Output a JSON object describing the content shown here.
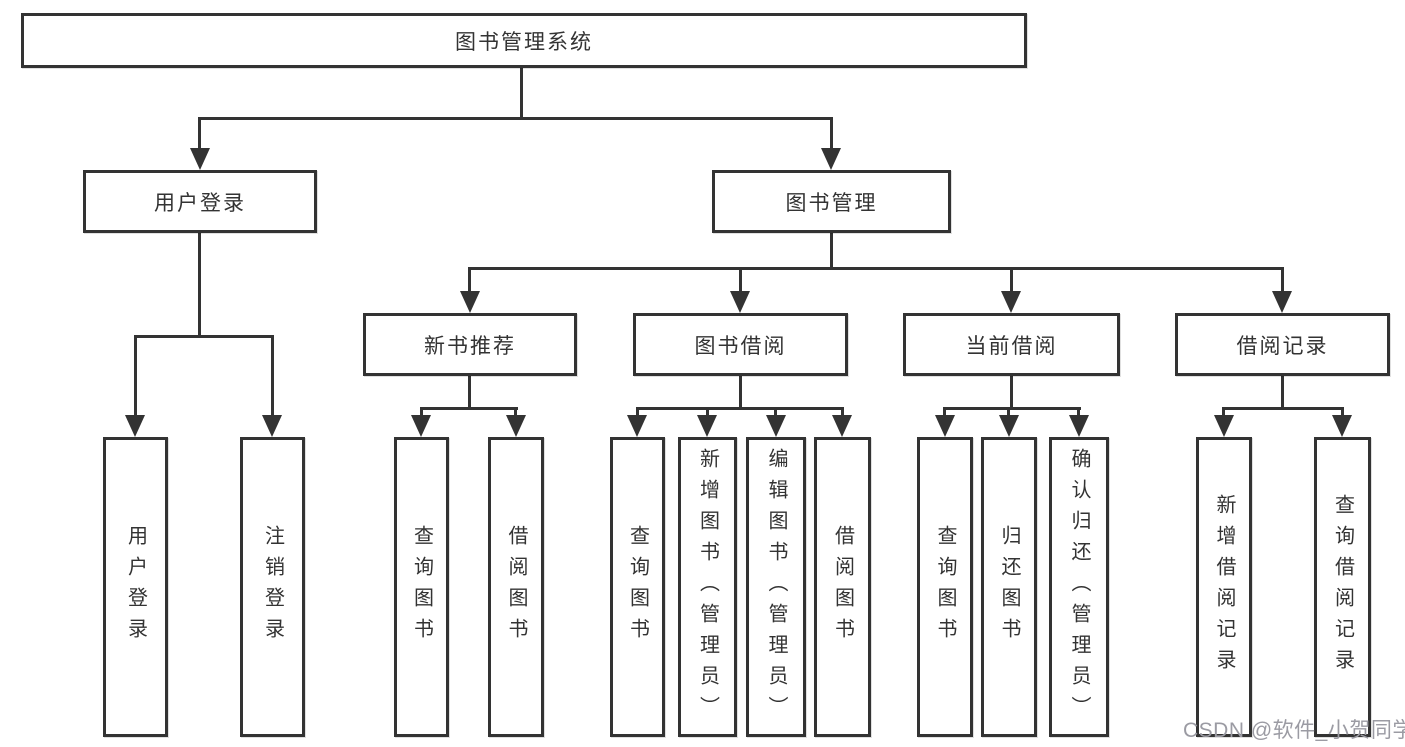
{
  "diagram": {
    "type": "hierarchy-tree",
    "tree": {
      "root": {
        "label": "图书管理系统"
      },
      "children": [
        {
          "label": "用户登录",
          "children": [
            {
              "label": "用户登录"
            },
            {
              "label": "注销登录"
            }
          ]
        },
        {
          "label": "图书管理",
          "children": [
            {
              "label": "新书推荐",
              "children": [
                {
                  "label": "查询图书"
                },
                {
                  "label": "借阅图书"
                }
              ]
            },
            {
              "label": "图书借阅",
              "children": [
                {
                  "label": "查询图书"
                },
                {
                  "label": "新增图书（管理员）"
                },
                {
                  "label": "编辑图书（管理员）"
                },
                {
                  "label": "借阅图书"
                }
              ]
            },
            {
              "label": "当前借阅",
              "children": [
                {
                  "label": "查询图书"
                },
                {
                  "label": "归还图书"
                },
                {
                  "label": "确认归还（管理员）"
                }
              ]
            },
            {
              "label": "借阅记录",
              "children": [
                {
                  "label": "新增借阅记录"
                },
                {
                  "label": "查询借阅记录"
                }
              ]
            }
          ]
        }
      ]
    },
    "colors": {
      "line": "#333333",
      "box_border": "#333333",
      "text": "#333333",
      "background": "#ffffff",
      "watermark": "#9b9ba3"
    }
  },
  "watermark": {
    "text": "CSDN @软件_小贺同学"
  }
}
